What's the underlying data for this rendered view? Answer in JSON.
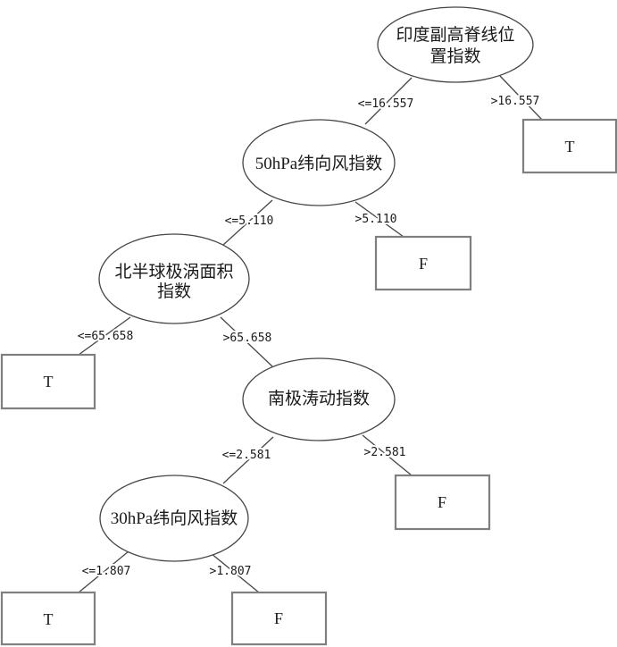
{
  "diagram": {
    "type": "decision-tree",
    "description": "binary decision tree with elliptical decision nodes and rectangular T/F leaf nodes",
    "colors": {
      "background": "#ffffff",
      "edge_stroke": "#454545",
      "decision_node_stroke": "#454545",
      "leaf_node_stroke": "#7f7f7f",
      "text": "#1a1a1a"
    },
    "nodes": {
      "root": {
        "type": "decision",
        "label": "印度副高脊线位置指数",
        "lines": [
          "印度副高脊线位",
          "置指数"
        ]
      },
      "wind50": {
        "type": "decision",
        "label": "50hPa纬向风指数",
        "lines": [
          "50hPa纬向风指数"
        ]
      },
      "polar": {
        "type": "decision",
        "label": "北半球极涡面积指数",
        "lines": [
          "北半球极涡面积",
          "指数"
        ]
      },
      "aao": {
        "type": "decision",
        "label": "南极涛动指数",
        "lines": [
          "南极涛动指数"
        ]
      },
      "wind30": {
        "type": "decision",
        "label": "30hPa纬向风指数",
        "lines": [
          "30hPa纬向风指数"
        ]
      },
      "leaf_root_right": {
        "type": "leaf",
        "label": "T"
      },
      "leaf_wind50_right": {
        "type": "leaf",
        "label": "F"
      },
      "leaf_polar_left": {
        "type": "leaf",
        "label": "T"
      },
      "leaf_aao_right": {
        "type": "leaf",
        "label": "F"
      },
      "leaf_wind30_left": {
        "type": "leaf",
        "label": "T"
      },
      "leaf_wind30_right": {
        "type": "leaf",
        "label": "F"
      }
    },
    "edges": {
      "root_left": {
        "from": "root",
        "to": "wind50",
        "label": "<=16.557"
      },
      "root_right": {
        "from": "root",
        "to": "leaf_root_right",
        "label": ">16.557"
      },
      "wind50_left": {
        "from": "wind50",
        "to": "polar",
        "label": "<=5.110"
      },
      "wind50_right": {
        "from": "wind50",
        "to": "leaf_wind50_right",
        "label": ">5.110"
      },
      "polar_left": {
        "from": "polar",
        "to": "leaf_polar_left",
        "label": "<=65.658"
      },
      "polar_right": {
        "from": "polar",
        "to": "aao",
        "label": ">65.658"
      },
      "aao_left": {
        "from": "aao",
        "to": "wind30",
        "label": "<=2.581"
      },
      "aao_right": {
        "from": "aao",
        "to": "leaf_aao_right",
        "label": ">2.581"
      },
      "wind30_left": {
        "from": "wind30",
        "to": "leaf_wind30_left",
        "label": "<=1.807"
      },
      "wind30_right": {
        "from": "wind30",
        "to": "leaf_wind30_right",
        "label": ">1.807"
      }
    }
  }
}
